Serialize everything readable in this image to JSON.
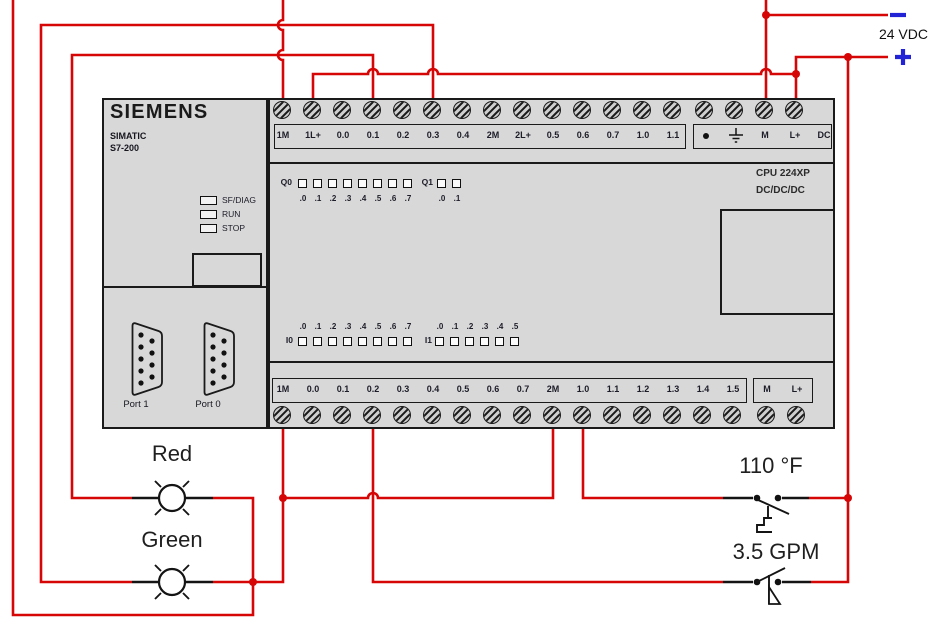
{
  "power_supply": {
    "label": "24 VDC",
    "negative_symbol": "−",
    "positive_symbol": "+"
  },
  "plc": {
    "brand": "SIEMENS",
    "family": "SIMATIC",
    "model": "S7-200",
    "cpu_model": "CPU 224XP",
    "power_spec": "DC/DC/DC",
    "status_leds": [
      {
        "label": "SF/DIAG"
      },
      {
        "label": "RUN"
      },
      {
        "label": "STOP"
      }
    ],
    "ports": [
      {
        "label": "Port 1"
      },
      {
        "label": "Port 0"
      }
    ],
    "top_terminals": [
      "1M",
      "1L+",
      "0.0",
      "0.1",
      "0.2",
      "0.3",
      "0.4",
      "2M",
      "2L+",
      "0.5",
      "0.6",
      "0.7",
      "1.0",
      "1.1"
    ],
    "top_right_terminals": {
      "m": "M",
      "l_plus": "L+",
      "dc": "DC"
    },
    "output_led_groups": [
      {
        "prefix": "Q0",
        "labels": [
          ".0",
          ".1",
          ".2",
          ".3",
          ".4",
          ".5",
          ".6",
          ".7"
        ]
      },
      {
        "prefix": "Q1",
        "labels": [
          ".0",
          ".1"
        ]
      }
    ],
    "input_led_groups": [
      {
        "prefix": "I0",
        "labels": [
          ".0",
          ".1",
          ".2",
          ".3",
          ".4",
          ".5",
          ".6",
          ".7"
        ]
      },
      {
        "prefix": "I1",
        "labels": [
          ".0",
          ".1",
          ".2",
          ".3",
          ".4",
          ".5"
        ]
      }
    ],
    "bottom_terminals": [
      "1M",
      "0.0",
      "0.1",
      "0.2",
      "0.3",
      "0.4",
      "0.5",
      "0.6",
      "0.7",
      "2M",
      "1.0",
      "1.1",
      "1.2",
      "1.3",
      "1.4",
      "1.5"
    ],
    "bottom_right_terminals": [
      "M",
      "L+"
    ]
  },
  "field_devices": {
    "red_lamp_label": "Red",
    "green_lamp_label": "Green",
    "temperature_switch_label": "110 °F",
    "flow_switch_label": "3.5 GPM"
  },
  "colors": {
    "wire_red": "#d60606",
    "power_blue": "#2323d6",
    "plc_gray": "#d8d8d8",
    "outline": "#1a1a1a"
  }
}
